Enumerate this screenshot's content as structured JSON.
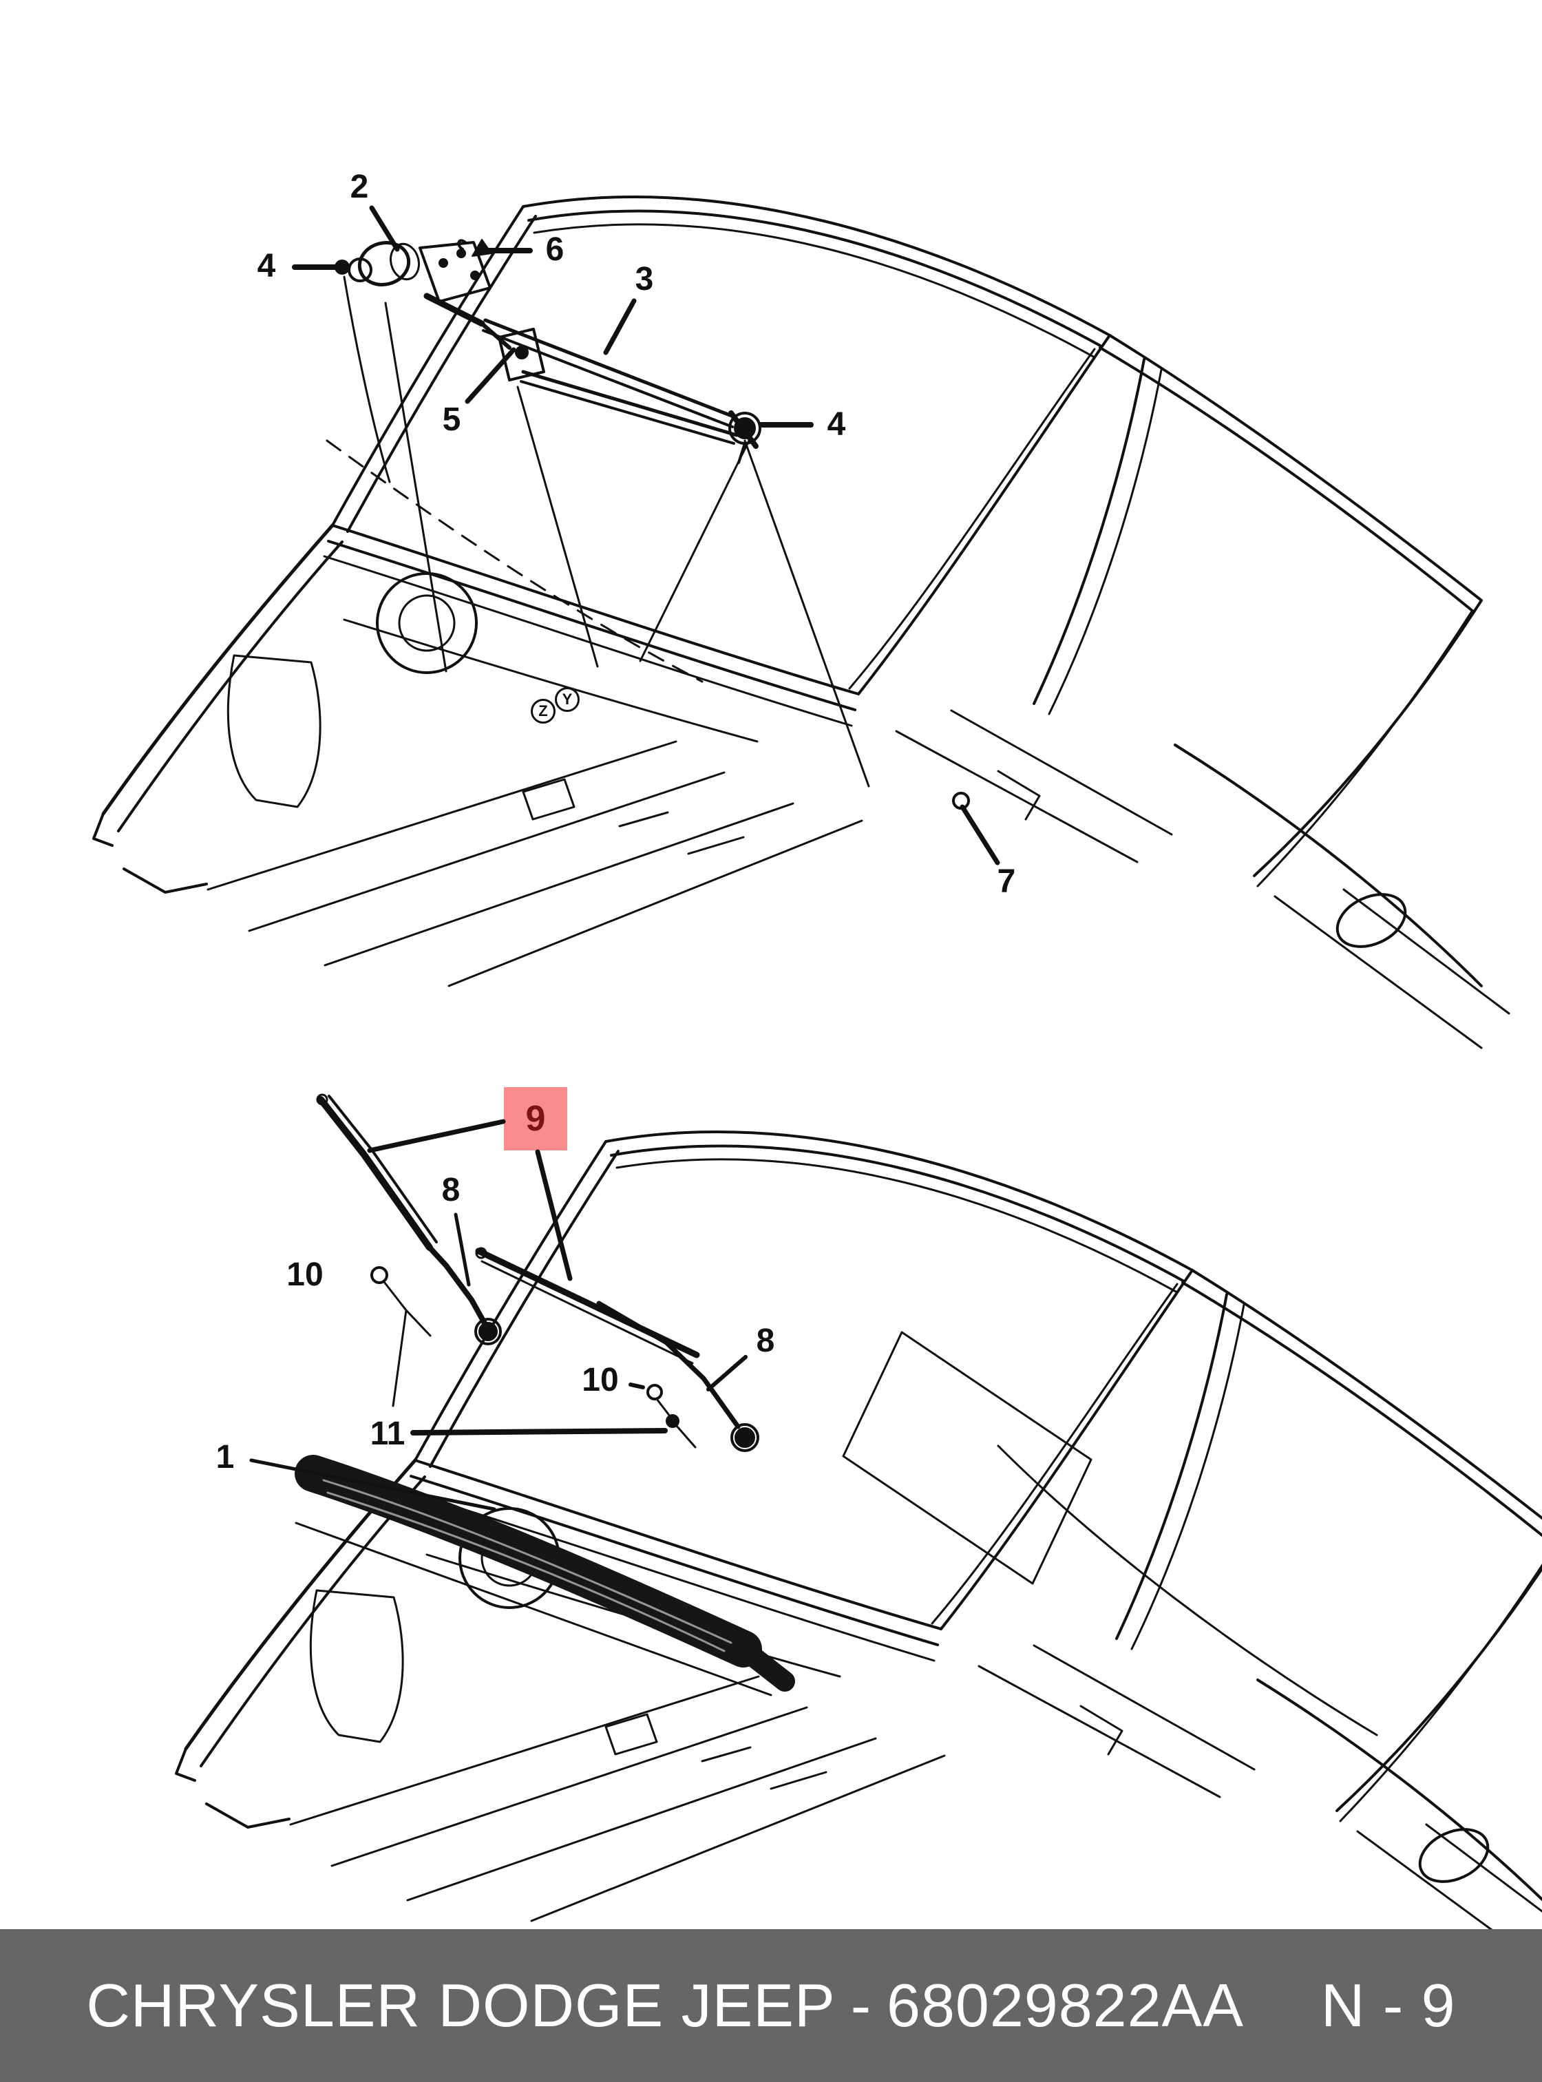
{
  "colors": {
    "line": "#111111",
    "footer-bar": "#666666",
    "footer-text": "#ffffff",
    "highlight-bg": "#f98c8c",
    "highlight-text": "#7a1416"
  },
  "footer": {
    "brand": "CHRYSLER DODGE JEEP",
    "separator": "-",
    "part_number": "68029822AA",
    "page_ref": "N - 9"
  },
  "diagram_top": {
    "datum_markers": [
      {
        "label": "Z"
      },
      {
        "label": "Y"
      }
    ],
    "callouts": [
      {
        "label": "2"
      },
      {
        "label": "4"
      },
      {
        "label": "6"
      },
      {
        "label": "3"
      },
      {
        "label": "5"
      },
      {
        "label": "4"
      },
      {
        "label": "7"
      }
    ]
  },
  "diagram_bottom": {
    "callouts": [
      {
        "label": "9",
        "highlighted": true
      },
      {
        "label": "8"
      },
      {
        "label": "10"
      },
      {
        "label": "8"
      },
      {
        "label": "10"
      },
      {
        "label": "11"
      },
      {
        "label": "1"
      }
    ]
  }
}
